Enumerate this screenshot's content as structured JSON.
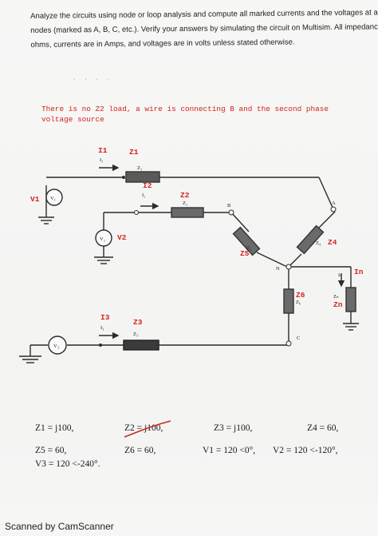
{
  "instructions": {
    "line1": "Analyze the circuits using node or loop analysis and compute all marked currents and the voltages at all significant",
    "line2": "nodes (marked as A, B, C, etc.). Verify your answers by simulating the circuit on Multisim. All impedances are in",
    "line3": "ohms, currents are in Amps, and voltages are in volts unless stated otherwise."
  },
  "note": {
    "line1": "There is no Z2 load, a wire is connecting B and the second phase",
    "line2": "voltage source"
  },
  "circuit": {
    "red_labels": {
      "I1": "I1",
      "Z1": "Z1",
      "I2": "I2",
      "Z2": "Z2",
      "V1": "V1",
      "V2": "V2",
      "Z4": "Z4",
      "Z5": "Z5",
      "In": "In",
      "Z6": "Z6",
      "Zn": "Zn",
      "I3": "I3",
      "Z3": "Z3"
    },
    "black_labels": {
      "I1": "I₁",
      "Z1": "Z₁",
      "I2": "I₂",
      "Z2": "Z₂",
      "V1": "V₁",
      "V2": "V₂",
      "V3": "V₃",
      "I3": "I₃",
      "Z3": "Z₃",
      "Z4": "Z₄",
      "Z5": "Z₅",
      "Z6": "Z₆",
      "In": "Iₙ",
      "Zn": "Zₙ",
      "A": "A",
      "B": "B",
      "C": "C",
      "N": "N"
    },
    "colors": {
      "red": "#d4241d",
      "wire": "#2b2b2b",
      "resistor": "#4a4a4a"
    }
  },
  "values": {
    "z1": "Z1 = j100,",
    "z2": "Z2 = j100,",
    "z3": "Z3 = j100,",
    "z4": "Z4 = 60,",
    "z5": "Z5 = 60,",
    "z6": "Z6 = 60,",
    "v1": "V1 = 120 <0°,",
    "v2": "V2 = 120 <-120°,",
    "v3": "V3 = 120 <-240°."
  },
  "footer": "Scanned by CamScanner"
}
